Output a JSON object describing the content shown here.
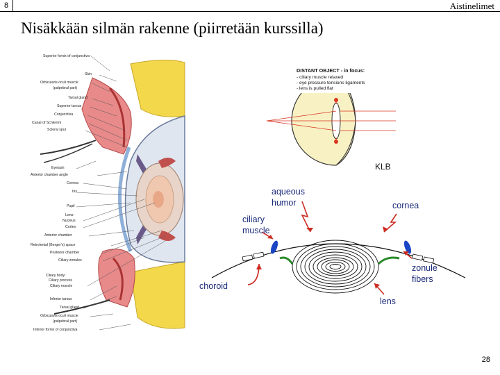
{
  "header": {
    "slide_number": "8",
    "topic": "Aistinelimet"
  },
  "title": "Nisäkkään silmän rakenne (piirretään kurssilla)",
  "footer": {
    "page_number": "28"
  },
  "left_figure": {
    "labels": [
      "Superior fornix of conjunctiva",
      "Skin",
      "Orbicularis oculi muscle",
      "(palpebral part)",
      "Tarsal gland",
      "Superior tarsus",
      "Conjunctiva",
      "Canal of Schlemm",
      "Scleral spur",
      "Eyelash",
      "Anterior chamber angle",
      "Cornea",
      "Iris",
      "Pupil",
      "Lens:",
      "Nucleus",
      "Cortex",
      "Anterior chamber",
      "Retrolental (Berger's) space",
      "Posterior chamber",
      "Ciliary zonules",
      "Ciliary body:",
      "Ciliary process",
      "Ciliary muscle",
      "Inferior tarsus",
      "Tarsal gland",
      "Orbicularis oculi muscle",
      "(palpebral part)",
      "Inferior fornix of conjunctiva"
    ]
  },
  "right_top_figure": {
    "heading": "DISTANT OBJECT - in focus:",
    "bullets": [
      "- ciliary muscle relaxed",
      "- eye pressure tensions ligaments",
      "- lens is pulled flat"
    ],
    "credit": "KLB"
  },
  "right_bottom_figure": {
    "aqueous": "aqueous",
    "humor": "humor",
    "cornea": "cornea",
    "ciliary": "ciliary",
    "muscle": "muscle",
    "zonule": "zonule",
    "fibers": "fibers",
    "choroid": "choroid",
    "lens": "lens"
  },
  "colors": {
    "red_arrow": "#cc2a20",
    "blue_muscle": "#1a46c4",
    "green_fiber": "#2a8a2a",
    "eye_fill": "#f8f1c4"
  }
}
